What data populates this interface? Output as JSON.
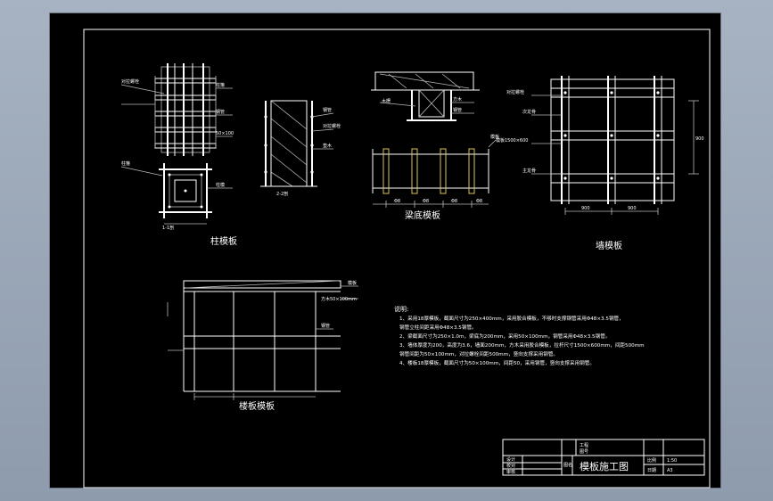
{
  "drawing": {
    "column_formwork": {
      "title": "柱模板",
      "section_label": "1-1剖",
      "callouts": [
        "对拉螺栓",
        "柱箍",
        "钢管",
        "50×100",
        "柱箍",
        "柱模"
      ]
    },
    "wall_section": {
      "label": "2-2剖",
      "callouts": [
        "钢管",
        "对拉螺栓",
        "垫木"
      ]
    },
    "beam_formwork": {
      "title": "梁底模板",
      "callouts": [
        "木楞",
        "方木",
        "钢管",
        "模板"
      ],
      "spacings": [
        "Φ8",
        "Φ8",
        "Φ8",
        "Φ8"
      ]
    },
    "wall_formwork": {
      "title": "墙模板",
      "callouts": [
        "对拉螺栓",
        "次龙骨",
        "模板1500×600",
        "主龙骨"
      ],
      "dims": [
        "900",
        "900",
        "900"
      ]
    },
    "slab_formwork": {
      "title": "楼板模板",
      "callouts": [
        "模板",
        "方木50×100mm",
        "钢管"
      ]
    },
    "notes": {
      "heading": "说明:",
      "lines": [
        "1、采用18厚模板，截面尺寸为250×400mm，采用胶合模板，不够时支撑钢管采用Φ48×3.5钢管，",
        "钢管立柱间距采用Φ48×3.5钢管。",
        "2、梁截面尺寸为250×1.0m，梁底为200mm，采用50×100mm，钢管采用Φ48×3.5钢管。",
        "3、墙体厚度为200，高度为3.6，墙面200mm，方木采用胶合模板，拉杆尺寸1500×600mm，间距500mm",
        "钢管间距为50×100mm，对拉螺栓间距500mm，竖向支撑采用钢管。",
        "4、楼板18厚模板，截面尺寸为50×100mm，间距50，采用钢管，竖向支撑采用钢管。"
      ]
    },
    "title_block": {
      "drawing_title": "模板施工图",
      "cells": [
        "工程",
        "图号",
        "设计",
        "校对",
        "审核",
        "比例",
        "日期",
        "图名",
        "1:50",
        "A3"
      ]
    }
  },
  "colors": {
    "background_outer": "#9aa6b6",
    "canvas": "#000000",
    "lines": "#ffffff",
    "accent": "#d9c35a"
  }
}
